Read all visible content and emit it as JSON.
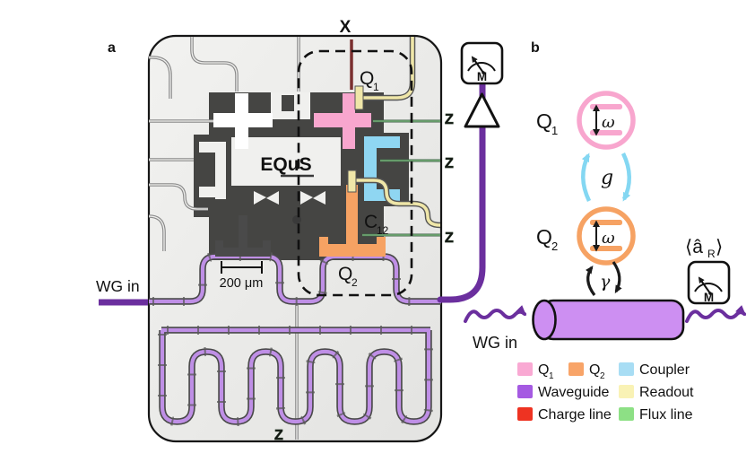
{
  "colors": {
    "q1": "#F8A6CE",
    "q2": "#F6A263",
    "coupler": "#8FD6F2",
    "waveguide_chip": "#BF8FE6",
    "waveguide_ext": "#6B2F9E",
    "readout": "#EFE6A8",
    "flux_line": "#7FBF7F",
    "charge_label": "#7A2F2F",
    "flux_label": "#3E7C3E",
    "meter_a": "#2B6FD4",
    "cylinder": "#CD8FF2",
    "g_arrow": "#84D7F2"
  },
  "panel_a": {
    "label": "a",
    "wg_in": "WG in",
    "scale_bar": "200 μm",
    "logo": "EQuS",
    "charge_label": "X",
    "flux_label": "Z",
    "meter": "M",
    "q1": {
      "base": "Q",
      "sub": "1"
    },
    "q2": {
      "base": "Q",
      "sub": "2"
    },
    "c12": {
      "base": "C",
      "sub": "12"
    }
  },
  "panel_b": {
    "label": "b",
    "q1": {
      "base": "Q",
      "sub": "1"
    },
    "q2": {
      "base": "Q",
      "sub": "2"
    },
    "omega": "ω",
    "coupling_g": "g",
    "decay_gamma": "γ",
    "wg_in": "WG in",
    "meter": "M",
    "output_field": {
      "open": "⟨â",
      "sub": "R",
      "close": "⟩"
    }
  },
  "legend": {
    "items": [
      {
        "base": "Q",
        "sub": "1",
        "color": "#F9A9D3"
      },
      {
        "base": "Q",
        "sub": "2",
        "color": "#F8A468"
      },
      {
        "base": "Coupler",
        "sub": "",
        "color": "#A8DDF4"
      },
      {
        "base": "Waveguide",
        "sub": "",
        "color": "#A55AE2"
      },
      {
        "base": "Readout",
        "sub": "",
        "color": "#F9F2B5"
      },
      {
        "base": "Charge line",
        "sub": "",
        "color": "#EE3322"
      },
      {
        "base": "Flux line",
        "sub": "",
        "color": "#8DE085"
      }
    ]
  }
}
